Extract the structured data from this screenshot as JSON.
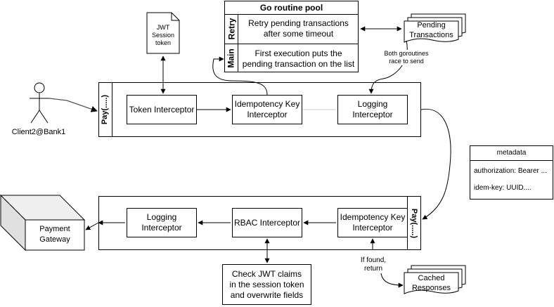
{
  "pool": {
    "title": "Go routine pool",
    "retry_label": "Retry",
    "retry_text": "Retry pending transactions\nafter some timeout",
    "main_label": "Main",
    "main_text": "First execution puts the\npending transaction on the list"
  },
  "pending_transactions": "Pending\nTransactions",
  "jwt_doc": "JWT\nSession\ntoken",
  "race_note": "Both goroutines\nrace to send",
  "client": "Client2@Bank1",
  "pipeline_top": {
    "side_label": "Pay(.....)",
    "token_interceptor": "Token Interceptor",
    "idempotency_interceptor": "Idempotency Key\nInterceptor",
    "logging_interceptor": "Logging\nInterceptor"
  },
  "metadata": {
    "title": "metadata",
    "authorization": "authorization: Bearer ...",
    "idem_key": "idem-key: UUID...."
  },
  "gateway": "Payment\nGateway",
  "pipeline_bottom": {
    "side_label": "Pay(.....)",
    "logging_interceptor": "Logging\nInterceptor",
    "rbac_interceptor": "RBAC Interceptor",
    "idempotency_interceptor": "Idempotency Key\nInterceptor"
  },
  "found_note": "If found,\nreturn",
  "cached_responses": "Cached\nResponses",
  "jwt_check": "Check JWT claims\nin the session token\nand overwrite fields"
}
